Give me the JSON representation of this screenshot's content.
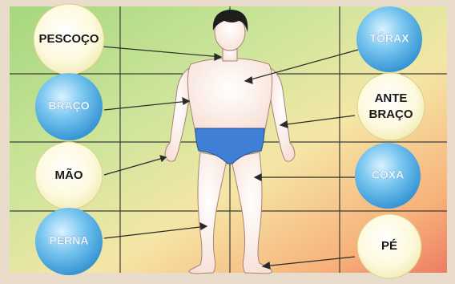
{
  "labels": {
    "pescoco": "PESCOÇO",
    "torax": "TÓRAX",
    "braco": "BRAÇO",
    "ante_braco_line1": "ANTE",
    "ante_braco_line2": "BRAÇO",
    "mao": "MÃO",
    "coxa": "COXA",
    "perna": "PERNA",
    "pe": "PÉ"
  },
  "colors": {
    "blue_bubble": "#4fb2e6",
    "yellow_bubble": "#fbf6cf",
    "grid_line": "#3c3c3c",
    "skin": "#fdeee6",
    "briefs": "#3f7fd6",
    "hair": "#1e1e1e"
  },
  "icons": [
    "human-figure-icon"
  ]
}
